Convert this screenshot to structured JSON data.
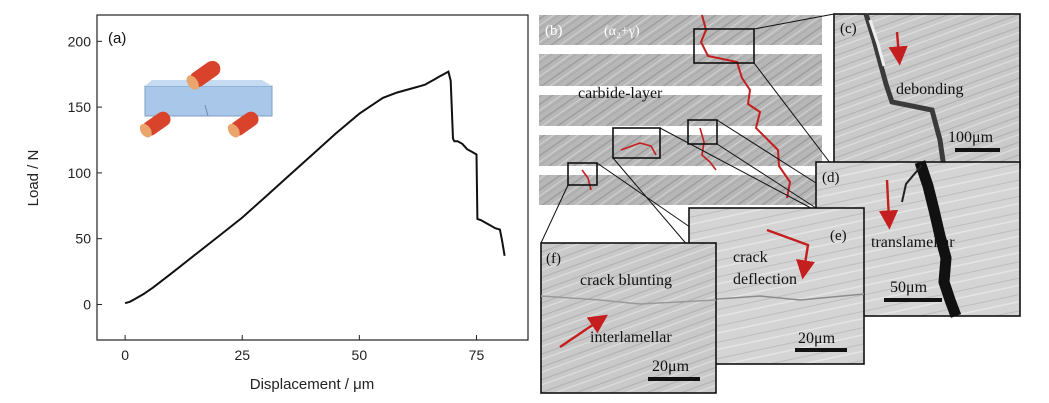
{
  "chart_data": {
    "type": "line",
    "panel_label": "(a)",
    "xlabel": "Displacement / μm",
    "ylabel": "Load / N",
    "xlim": [
      -6,
      86
    ],
    "ylim": [
      -27,
      220
    ],
    "x_ticks": [
      0,
      25,
      50,
      75
    ],
    "y_ticks": [
      0,
      50,
      100,
      150,
      200
    ],
    "grid": false,
    "series": [
      {
        "x": [
          0,
          1,
          2,
          4,
          6,
          10,
          15,
          20,
          25,
          30,
          35,
          40,
          45,
          50,
          55,
          58,
          60,
          62,
          63,
          64,
          65,
          66,
          67,
          68,
          69,
          69.5,
          70,
          70.3,
          71,
          72,
          73,
          74,
          75,
          75.2,
          76,
          77,
          78,
          79,
          80,
          80.5,
          81
        ],
        "y": [
          1,
          2,
          4,
          8,
          13,
          24,
          38,
          52,
          66,
          82,
          98,
          114,
          130,
          145,
          157,
          161,
          163,
          165,
          166,
          167,
          169,
          171,
          173,
          175,
          177,
          170,
          126,
          124,
          124,
          122,
          118,
          116,
          114,
          65,
          64,
          62,
          60,
          58,
          57,
          48,
          37
        ]
      }
    ]
  },
  "micrographs": {
    "b": {
      "label": "(b)",
      "phase": "(α₂+γ)",
      "layer": "carbide-layer"
    },
    "c": {
      "label": "(c)",
      "annotation": "debonding",
      "scale": "100μm"
    },
    "d": {
      "label": "(d)",
      "annotation": "translamellar",
      "scale": "50μm"
    },
    "e": {
      "label": "(e)",
      "annotation_line1": "crack",
      "annotation_line2": "deflection",
      "scale": "20μm"
    },
    "f": {
      "label": "(f)",
      "annotation_top": "crack blunting",
      "annotation_bottom": "interlamellar",
      "scale": "20μm"
    }
  },
  "colors": {
    "crack_red": "#c41e1e",
    "micrograph_gray": "#b8b8b8",
    "bar_white": "#ffffff",
    "specimen_blue": "#a9c7e8",
    "roller_red": "#d9432b"
  }
}
